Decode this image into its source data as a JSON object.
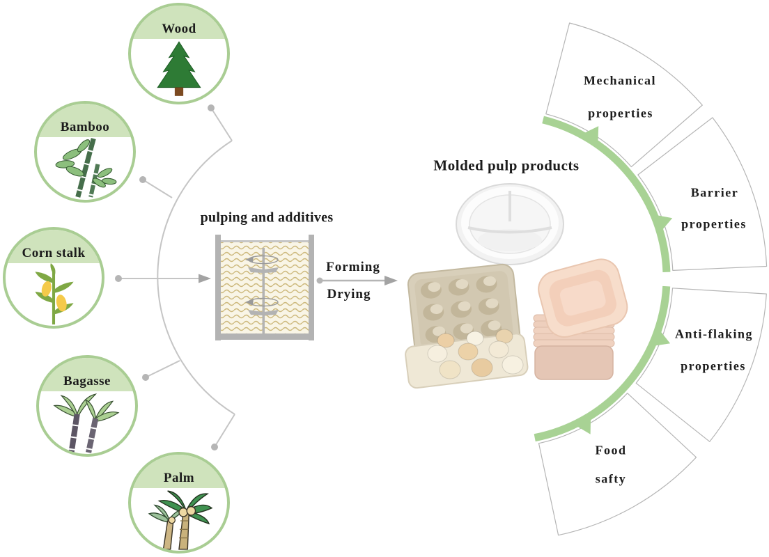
{
  "materials": [
    {
      "label": "Wood"
    },
    {
      "label": "Bamboo"
    },
    {
      "label": "Corn stalk"
    },
    {
      "label": "Bagasse"
    },
    {
      "label": "Palm"
    }
  ],
  "process": {
    "pulping": "pulping and additives",
    "forming": "Forming",
    "drying": "Drying"
  },
  "products": {
    "title": "Molded pulp products"
  },
  "properties": [
    {
      "line1": "Mechanical",
      "line2": "properties"
    },
    {
      "line1": "Barrier",
      "line2": "properties"
    },
    {
      "line1": "Anti-flaking",
      "line2": "properties"
    },
    {
      "line1": "Food",
      "line2": "safty"
    }
  ],
  "icons": {
    "wood": "pine-tree-icon",
    "bamboo": "bamboo-stalks-icon",
    "corn_stalk": "corn-plant-icon",
    "bagasse": "sugarcane-icon",
    "palm": "palm-trees-icon",
    "tank": "mixing-tank-icon",
    "plate": "three-compartment-plate-icon",
    "egg_carton": "egg-carton-icon",
    "bowls": "bowl-stack-icon"
  },
  "colors": {
    "accent_green": "#a8d294",
    "band_green": "#cfe3bc",
    "circle_border": "#a9cd93",
    "connector_gray": "#c3c3c3",
    "wedge_border": "#b5b5b5",
    "tank_gray": "#b3b3b3",
    "pulp_fill": "#f9f5e6",
    "pulp_wave": "#cdb97d",
    "text": "#1c1c1c"
  }
}
